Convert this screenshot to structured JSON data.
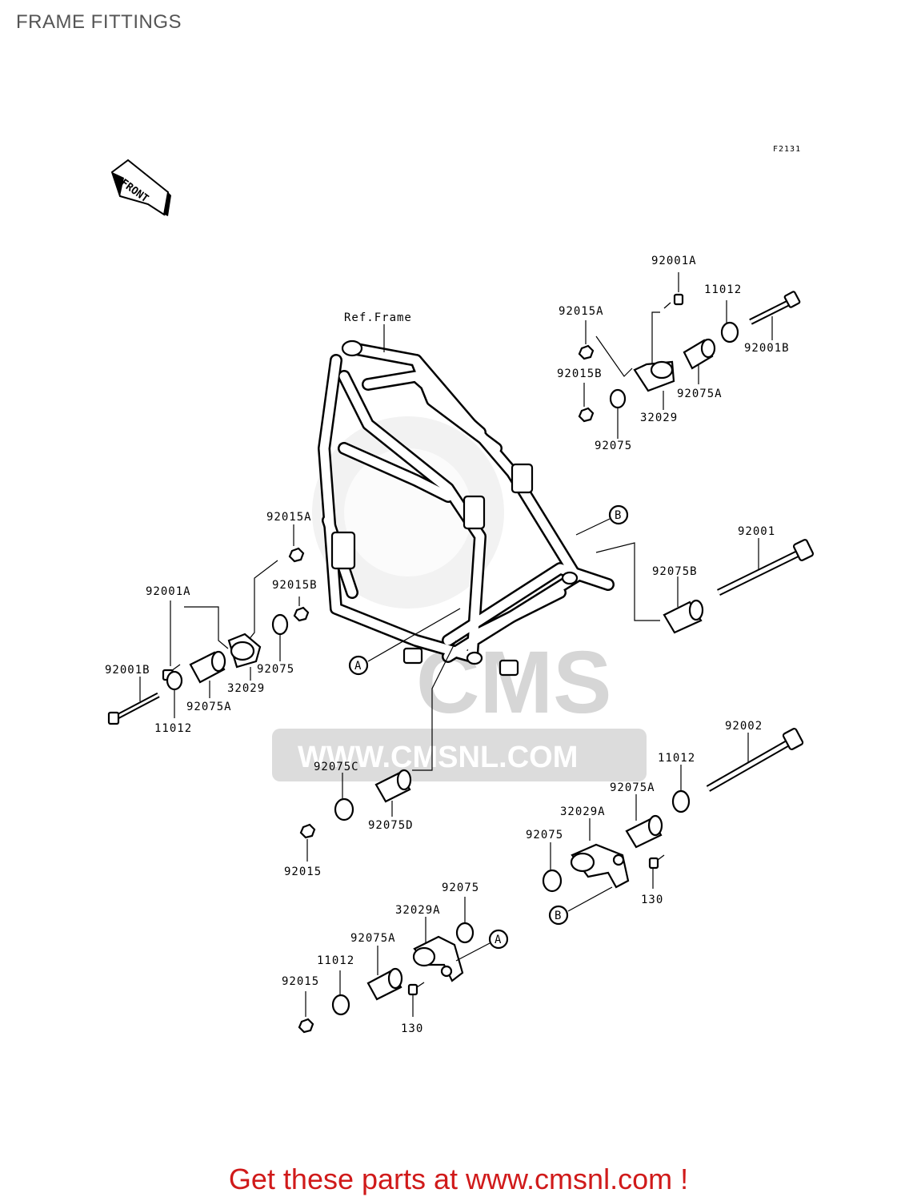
{
  "page": {
    "title": "FRAME FITTINGS",
    "figure_code": "F2131",
    "front_label": "FRONT",
    "footer": "Get these parts at www.cmsnl.com !"
  },
  "watermark": {
    "brand": "CMS",
    "url": "WWW.CMSNL.COM"
  },
  "labels": {
    "ref_frame": "Ref.Frame",
    "callout_a": "A",
    "callout_b": "B"
  },
  "parts": [
    {
      "id": "p1",
      "code": "92001A"
    },
    {
      "id": "p2",
      "code": "11012"
    },
    {
      "id": "p3",
      "code": "92015A"
    },
    {
      "id": "p4",
      "code": "92001B"
    },
    {
      "id": "p5",
      "code": "92015B"
    },
    {
      "id": "p6",
      "code": "92075A"
    },
    {
      "id": "p7",
      "code": "32029"
    },
    {
      "id": "p8",
      "code": "92075"
    },
    {
      "id": "p9",
      "code": "92015A"
    },
    {
      "id": "p10",
      "code": "92001"
    },
    {
      "id": "p11",
      "code": "92001A"
    },
    {
      "id": "p12",
      "code": "92015B"
    },
    {
      "id": "p13",
      "code": "92075B"
    },
    {
      "id": "p14",
      "code": "92075"
    },
    {
      "id": "p15",
      "code": "32029"
    },
    {
      "id": "p16",
      "code": "92001B"
    },
    {
      "id": "p17",
      "code": "92075A"
    },
    {
      "id": "p18",
      "code": "11012"
    },
    {
      "id": "p19",
      "code": "92002"
    },
    {
      "id": "p20",
      "code": "11012"
    },
    {
      "id": "p21",
      "code": "92075C"
    },
    {
      "id": "p22",
      "code": "92075A"
    },
    {
      "id": "p23",
      "code": "32029A"
    },
    {
      "id": "p24",
      "code": "92075D"
    },
    {
      "id": "p25",
      "code": "92075"
    },
    {
      "id": "p26",
      "code": "92015"
    },
    {
      "id": "p27",
      "code": "130"
    },
    {
      "id": "p28",
      "code": "92075"
    },
    {
      "id": "p29",
      "code": "32029A"
    },
    {
      "id": "p30",
      "code": "92075A"
    },
    {
      "id": "p31",
      "code": "11012"
    },
    {
      "id": "p32",
      "code": "92015"
    },
    {
      "id": "p33",
      "code": "130"
    }
  ]
}
